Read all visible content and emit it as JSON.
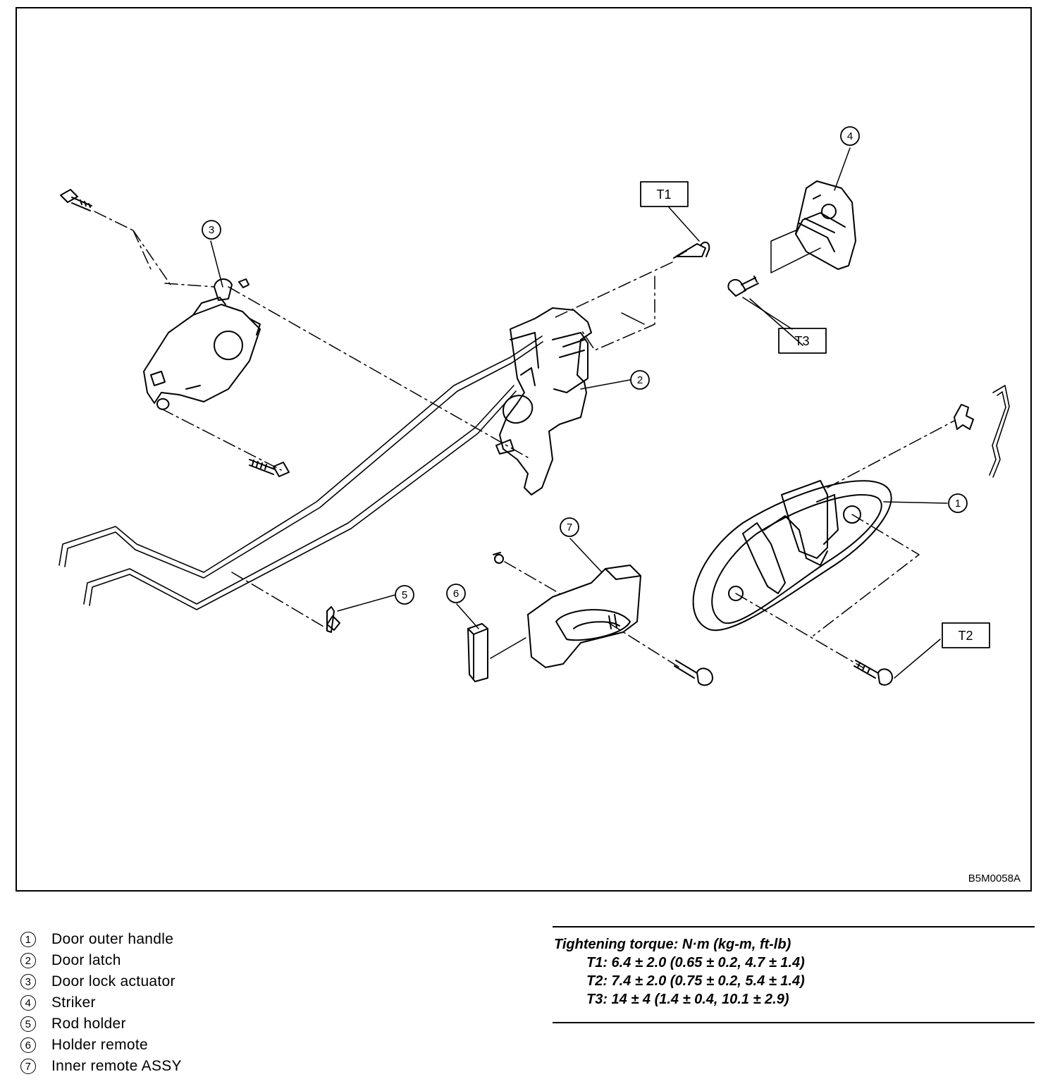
{
  "figure": {
    "code": "B5M0058A",
    "callouts": [
      "1",
      "2",
      "3",
      "4",
      "5",
      "6",
      "7"
    ],
    "torque_tags": [
      "T1",
      "T2",
      "T3"
    ]
  },
  "legend": [
    {
      "num": "1",
      "label": "Door outer handle"
    },
    {
      "num": "2",
      "label": "Door latch"
    },
    {
      "num": "3",
      "label": "Door lock actuator"
    },
    {
      "num": "4",
      "label": "Striker"
    },
    {
      "num": "5",
      "label": "Rod holder"
    },
    {
      "num": "6",
      "label": "Holder remote"
    },
    {
      "num": "7",
      "label": "Inner remote ASSY"
    }
  ],
  "torque": {
    "title": "Tightening torque: N·m (kg-m, ft-lb)",
    "rows": [
      "T1: 6.4 ± 2.0 (0.65 ± 0.2, 4.7 ± 1.4)",
      "T2: 7.4 ± 2.0 (0.75 ± 0.2, 5.4 ± 1.4)",
      "T3: 14 ± 4 (1.4 ± 0.4, 10.1 ± 2.9)"
    ]
  }
}
